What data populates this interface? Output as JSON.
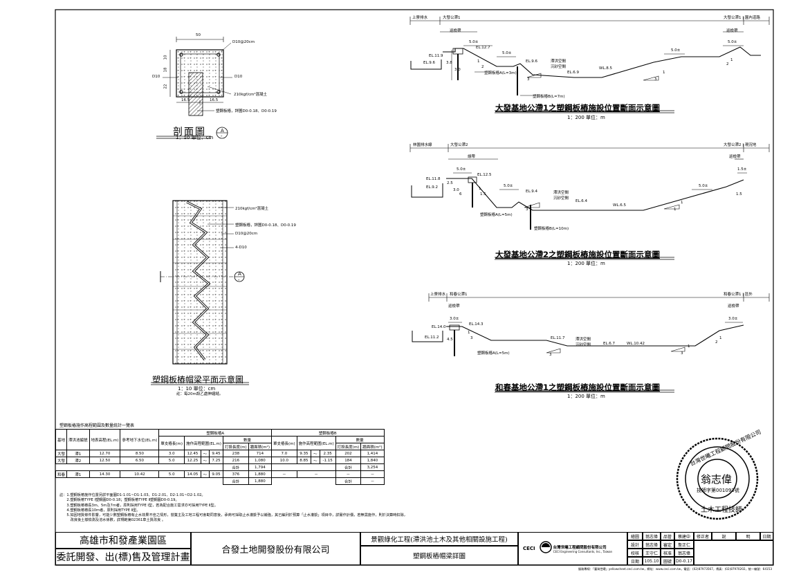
{
  "section": {
    "width_dim": "50",
    "left_dims": [
      "10",
      "18",
      "22"
    ],
    "bottom_dims": [
      "16.5",
      "16.5"
    ],
    "rebar_top": "D10@20cm",
    "rebar_left": "D10",
    "rebar_right": "D10",
    "concrete": "210kgf/cm²混凝土",
    "pile_label": "塑鋼板樁，詳圖D0-0.18、D0-0.19",
    "title": "剖面圖",
    "scale": "1：10  單位：cm",
    "ref": "A",
    "ref_sub": "-"
  },
  "plan": {
    "concrete": "210kgf/cm²混凝土",
    "pile_label": "塑鋼板樁，詳圖D0-0.18、D0-0.19",
    "rebar1": "D10@20cm",
    "rebar2": "4-D10",
    "ref": "A",
    "ref_sub": "-",
    "title": "塑鋼板樁帽梁平面示意圖",
    "scale": "1：10  單位：cm",
    "note": "註：每20m設乙處伸縮縫。"
  },
  "sections": [
    {
      "title": "大發基地公滯1之塑鋼板樁施設位置斷面示意圖",
      "scale": "1：200  單位：m",
      "labels": {
        "top_left": "上寮排水",
        "top_mid": "大發公滯1",
        "top_right": "大發公滯1 | 園內道路",
        "band_left": "巡檢帶",
        "band_right": "巡檢帶",
        "w1": "5.0±",
        "w2": "5.0±",
        "w3": "5.0±",
        "w4": "5.0±",
        "w5": "5.0±",
        "el1": "EL.11.9",
        "el2": "EL.12.7",
        "el3": "EL.9.6",
        "el4": "EL.9.6",
        "el5": "EL.6.9",
        "wl": "WL.8.5",
        "dim1": "3.8",
        "dim2": "3.0",
        "slope1": "1",
        "slope1b": "2",
        "slope2": "3",
        "slope3": "1",
        "slope3b": "3",
        "slope4": "1",
        "slope4b": "2",
        "flood": "滯洪空間",
        "sand": "沉砂空間",
        "pileA": "塑鋼板樁A(L=3m)",
        "pileB": "塑鋼板樁B(L=7m)"
      }
    },
    {
      "title": "大發基地公滯2之塑鋼板樁施設位置斷面示意圖",
      "scale": "1：200  單位：m",
      "labels": {
        "top_left": "林園排水線",
        "top_mid": "大發公滯2",
        "top_right": "大發公滯2 | 現況地",
        "band_left": "綠帶",
        "band_right": "巡檢帶",
        "w1": "5.0±",
        "w2": "5.0±",
        "w3": "5.0±",
        "w4": "1.5±",
        "el1": "EL.11.8",
        "el2": "EL.12.5",
        "el3": "EL.9.2",
        "el4": "EL.9.4",
        "el5": "EL.6.4",
        "wl": "WL.6.5",
        "dim1": "2.5",
        "dim2": "3.0",
        "dim3": "6",
        "slope1": "1",
        "slope1b": "1.5",
        "slope2": "3",
        "slope3": "1",
        "slope3b": "1",
        "slope4": "1.5",
        "flood": "滯洪空間",
        "sand": "沉砂空間",
        "pileA": "塑鋼板樁A(L=5m)",
        "pileB": "塑鋼板樁B(L=10m)"
      }
    },
    {
      "title": "和春基地公滯1之塑鋼板樁施設位置斷面示意圖",
      "scale": "1：200  單位：m",
      "labels": {
        "top_left": "上寮排水",
        "top_mid": "和春公滯1",
        "top_right": "和春公滯1 | 區外",
        "band_left": "巡檢帶",
        "band_right": "巡檢帶",
        "w1": "3.0±",
        "w4": "3.0±",
        "el1": "EL.14.0",
        "el2": "EL.14.3",
        "el3": "EL.11.2",
        "el4": "EL.11.7",
        "el5": "EL.6.7",
        "wl": "WL.10.42",
        "dim1": "4.5",
        "slope1": "1",
        "slope1b": "3",
        "slope2": "3",
        "slope3": "1",
        "slope3b": "3",
        "slope4": "1",
        "slope4b": "2",
        "flood": "滯洪空間",
        "sand": "沉砂空間",
        "pileA": "塑鋼板樁A(L=5m)"
      }
    }
  ],
  "stats": {
    "title": "塑鋼板樁施作高程範圍及數量統計一覽表",
    "headers": {
      "base": "基地",
      "pond": "滯洪池編號",
      "ground": "地表高程(EL.m)",
      "water": "參考地下水位(EL.m)",
      "pileA": "塑鋼板樁A",
      "pileB": "塑鋼板樁B",
      "single_len": "單支樁長(m)",
      "range": "施作高程範圍(EL.m)",
      "qty": "數量",
      "pile_len": "打設長度(m)",
      "wall_area": "牆面積(m²)"
    },
    "rows": [
      {
        "base": "大發",
        "pond": "滯1",
        "ground": "12.70",
        "water": "8.50",
        "a_len": "3.0",
        "a_from": "12.45",
        "tilde": "～",
        "a_to": "9.45",
        "a_pl": "238",
        "a_wa": "714",
        "b_len": "7.0",
        "b_from": "9.35",
        "b_to": "2.35",
        "b_pl": "202",
        "b_wa": "1,414"
      },
      {
        "base": "大發",
        "pond": "滯2",
        "ground": "12.50",
        "water": "6.50",
        "a_len": "5.0",
        "a_from": "12.25",
        "tilde": "～",
        "a_to": "7.25",
        "a_pl": "216",
        "a_wa": "1,080",
        "b_len": "10.0",
        "b_from": "8.85",
        "b_to": "-1.15",
        "b_pl": "184",
        "b_wa": "1,840"
      },
      {
        "sum": "合計",
        "a_wa": "1,794",
        "b_sum": "合計",
        "b_wa": "3,254"
      },
      {
        "base": "和春",
        "pond": "滯1",
        "ground": "14.30",
        "water": "10.42",
        "a_len": "5.0",
        "a_from": "14.05",
        "tilde": "～",
        "a_to": "9.05",
        "a_pl": "376",
        "a_wa": "1,880",
        "b_len": "－",
        "b_range": "－",
        "b_pl": "－",
        "b_wa": "－"
      },
      {
        "sum": "合計",
        "a_wa": "1,880",
        "b_sum": "合計",
        "b_wa": "－"
      }
    ]
  },
  "notes": [
    "註：1.塑鋼板樁施作位置另詳平面圖D1-1.01~D1-1.03、D1-2.01、D2-1.01~D2-1.02。",
    "　　2.塑鋼板樁TYPE Ⅰ塑鋼圖D0-0.18；塑鋼板樁TYPE Ⅱ塑鋼圖D0-0.19。",
    "　　3.塑鋼板樁樁長3m、5m及7m者，原則採用TYPE Ⅰ型，若為配合施工需求亦可採用TYPE Ⅱ型。",
    "　　4.塑鋼板樁樁長10m者，原則採用TYPE Ⅱ型。",
    "　　5.如因地質條件影響，可能少數塑鋼板樁有止水效果不佳之情形，營業主及工地工程可會勘同意後，承商可採取止水灌漿予以補強，其已編列於預算「止水灌漿」項目中，詳實作計價，若無需施作，則於決算時扣除，",
    "　　　改良後土樣檢測及溶水係數，詳規範第02361章土質改良 。"
  ],
  "titleblock": {
    "client1": "高雄市和發產業園區",
    "client2": "委託開發、出(標)售及管理計畫",
    "company": "合發土地開發股份有限公司",
    "project": "景觀綠化工程(滯洪池土木及其他相關設施工程)",
    "drawing": "塑鋼板樁帽梁詳圖",
    "ceci": "CECI",
    "firm_cn": "台灣世曦工程顧問股份有限公司",
    "firm_en": "CECI Engineering Consultants, Inc., Taiwan",
    "roles": [
      "繪圖",
      "設計",
      "校核",
      "日期"
    ],
    "roles2": [
      "品管",
      "審定",
      "核准",
      "圖號"
    ],
    "sig1": [
      "翁志偉",
      "翁志偉",
      "王守仁",
      "105.10"
    ],
    "sig2": [
      "蔡建中",
      "詹正仁",
      "翁志偉",
      "D0-0.17"
    ],
    "rev_headers": [
      "修正者",
      "說",
      "明",
      "日期"
    ]
  },
  "footer": "服務專線：「臺灣世曦」yellowsheet.ceci.com.tw，網址：www.ceci.com.tw，電話：(02)87973567，傳真：(02)87970202，統一編號：64153",
  "stamp": {
    "top": "台灣世曦工程顧問股份有限公司",
    "name": "翁志偉",
    "reg": "技師字第001093號",
    "bottom": "土木工程技師"
  }
}
